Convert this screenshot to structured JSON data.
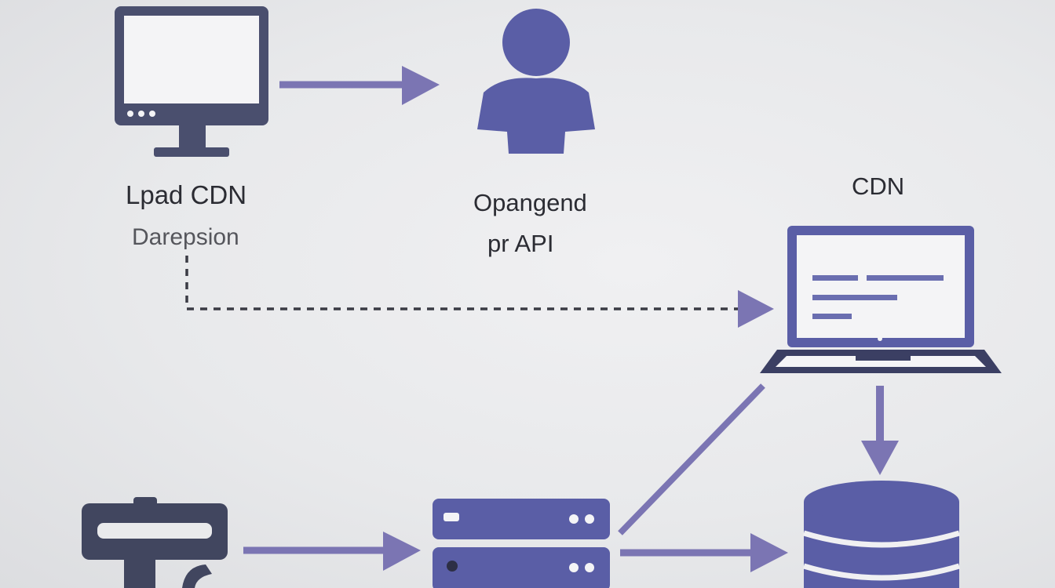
{
  "nodes": {
    "desktop": {
      "title": "Lpad CDN",
      "subtitle": "Darepsion"
    },
    "user": {
      "line1": "Opangend",
      "line2": "pr API"
    },
    "laptop": {
      "title": "CDN"
    }
  },
  "colors": {
    "icon": "#555b9e",
    "icon_dark": "#41465f",
    "arrow": "#7b75b3",
    "dashed": "#3a3b44",
    "background": "#e9eaec"
  }
}
